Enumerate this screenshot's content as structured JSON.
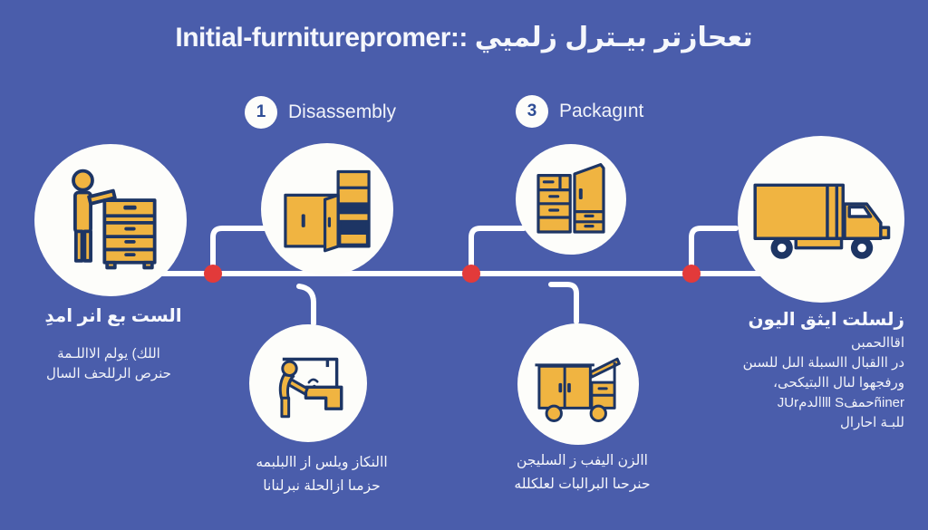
{
  "colors": {
    "background": "#4a5dab",
    "circle_white": "#fdfdfa",
    "accent_yellow": "#f0b441",
    "outline_navy": "#1d3564",
    "dot_red": "#e23a3a",
    "number_navy": "#2f4e96",
    "text_white": "#ffffff"
  },
  "title": "Initial-furniturepromer:: تعحازتر بيـترل زلميي",
  "steps": [
    {
      "number": "1",
      "label": "Disassembly"
    },
    {
      "number": "3",
      "label": "Packagınt"
    }
  ],
  "icons": {
    "node1": "person-with-dresser-icon",
    "node2": "cabinets-icon",
    "node3": "dresser-wardrobe-icon",
    "node4": "moving-truck-icon",
    "node5": "furniture-assembly-icon",
    "node6": "loading-cart-icon"
  },
  "left_block": {
    "heading": "الست بع انر امدِ",
    "lines": [
      "اللك) يولم الااللـمة",
      "حنرص الرللحف السال"
    ]
  },
  "right_block": {
    "heading": "زلسلت ايثق اليون",
    "lines": [
      "اقاالحمبں",
      "در االقبال االسبلة الىل للسىن",
      "ورفجهوا لىال االبتيكحى،",
      "JUrالدمlll Sحمفñiner",
      "للبـة احارال"
    ]
  },
  "caption_assembly": {
    "lines": [
      "االنكاز ويلس از االبلبمه",
      "حزمىا ازالحلة نبرلنانا"
    ]
  },
  "caption_van": {
    "lines": [
      "االزن اليفب ز السليجن",
      "حنرحىا البرالبات لعلكلله"
    ]
  }
}
